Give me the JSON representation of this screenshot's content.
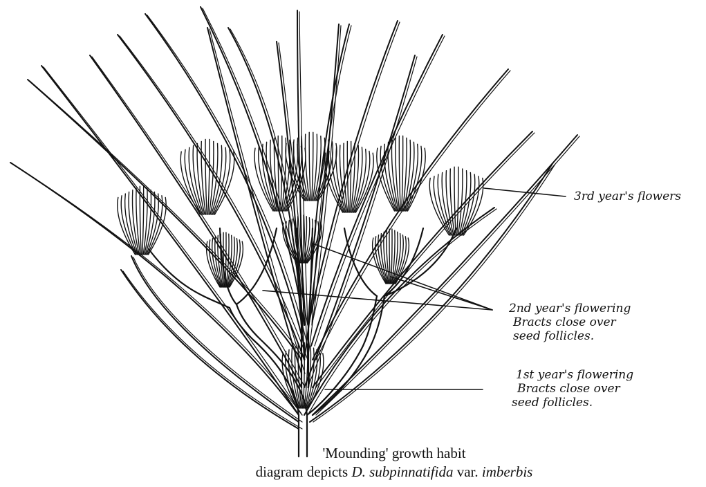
{
  "labels": {
    "third_year": "3rd year's flowers",
    "second_year_line1": "2nd year's flowering",
    "second_year_line2": "Bracts close over",
    "second_year_line3": "seed follicles.",
    "first_year_line1": "1st year's flowering",
    "first_year_line2": "Bracts close over",
    "first_year_line3": "seed follicles."
  },
  "caption": {
    "line1": "'Mounding' growth habit",
    "line2_prefix": "diagram depicts ",
    "line2_genus": "D. subpinnatifida",
    "line2_mid": " var. ",
    "line2_variety": "imberbis"
  },
  "colors": {
    "ink": "#111111",
    "paper": "#ffffff"
  }
}
